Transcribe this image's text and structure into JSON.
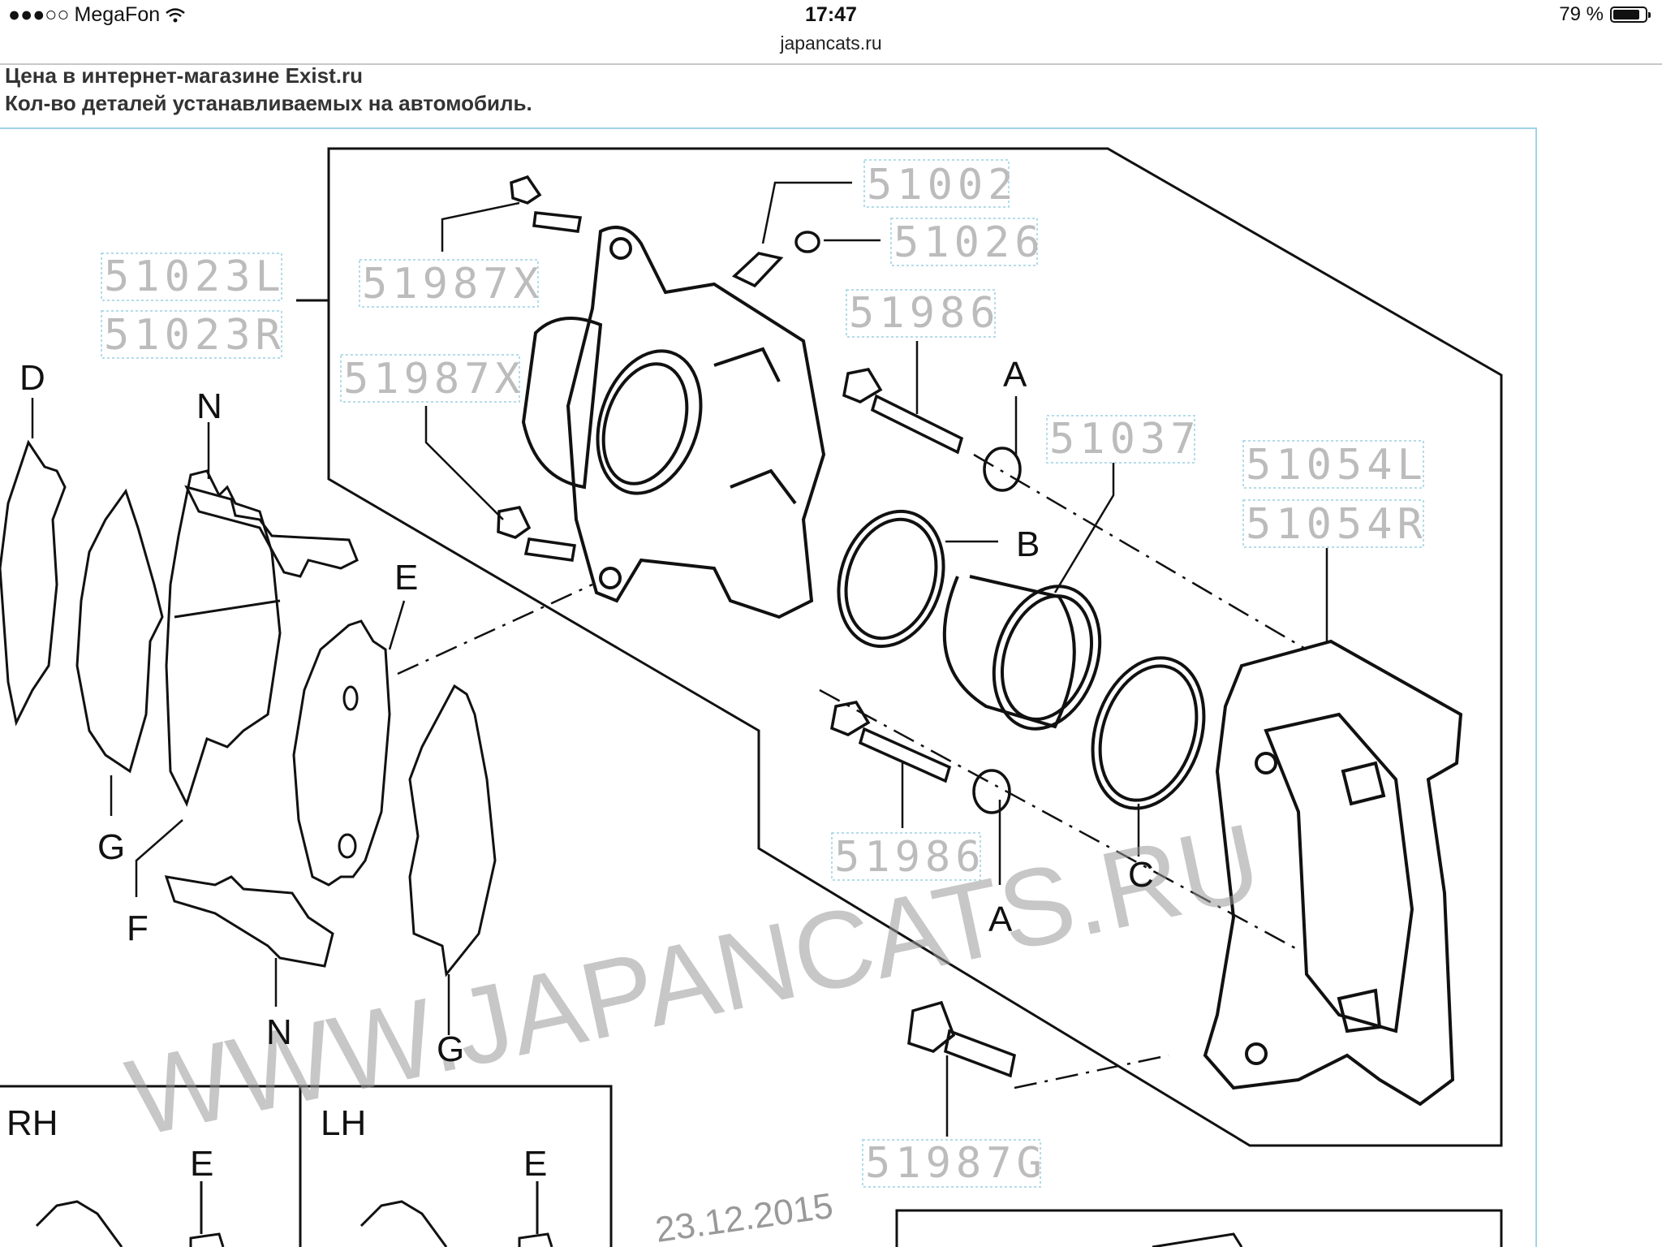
{
  "status_bar": {
    "carrier": "MegaFon",
    "time": "17:47",
    "battery": "79 %",
    "battery_level": 0.79
  },
  "url": "japancats.ru",
  "info": {
    "price_line": "Цена в интернет-магазине Exist.ru",
    "qty_line": "Кол-во деталей устанавливаемых на автомобиль."
  },
  "diagram": {
    "part_numbers": {
      "p51002": "51002",
      "p51026": "51026",
      "p51023L": "51023L",
      "p51023R": "51023R",
      "p51987X_top": "51987X",
      "p51987X_mid": "51987X",
      "p51986_top": "51986",
      "p51986_bottom": "51986",
      "p51037": "51037",
      "p51054L": "51054L",
      "p51054R": "51054R",
      "p51987G": "51987G"
    },
    "letters": {
      "A_top": "A",
      "A_bottom": "A",
      "B": "B",
      "C": "C",
      "D": "D",
      "N_top": "N",
      "N_bottom": "N",
      "E_mid": "E",
      "G_left": "G",
      "G_right": "G",
      "F": "F",
      "E_rh": "E",
      "E_lh": "E"
    },
    "inset": {
      "rh": "RH",
      "lh": "LH"
    },
    "watermark": "WWW.JAPANCATS.RU",
    "date": "23.12.2015"
  }
}
